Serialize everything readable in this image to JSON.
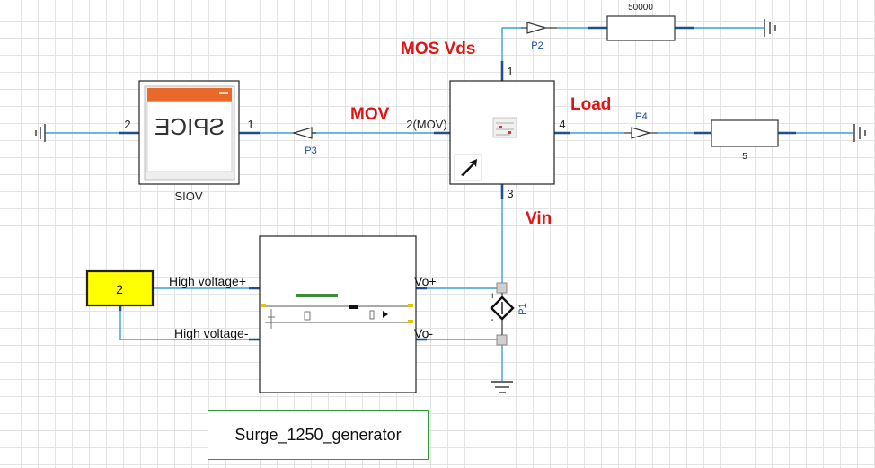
{
  "annotations": {
    "mos_vds": "MOS Vds",
    "mov": "MOV",
    "load": "Load",
    "vin": "Vin"
  },
  "siov": {
    "icon_text": "SPICE",
    "label": "SIOV",
    "pin_left": "2",
    "pin_right": "1"
  },
  "subsystem": {
    "pin_top": "1",
    "pin_left": "2(MOV)",
    "pin_right": "4",
    "pin_bottom": "3"
  },
  "probes": {
    "p1": "P1",
    "p2": "P2",
    "p3": "P3",
    "p4": "P4"
  },
  "resistors": {
    "top_value": "50000",
    "right_value": "5"
  },
  "generator": {
    "port_hv_plus": "High voltage+",
    "port_hv_minus": "High voltage-",
    "port_vo_plus": "Vo+",
    "port_vo_minus": "Vo-",
    "name": "Surge_1250_generator"
  },
  "constant": {
    "value": "2"
  },
  "colors": {
    "wire": "#3aa0dc",
    "annotation": "#e01414",
    "constant_fill": "#ffff00"
  }
}
